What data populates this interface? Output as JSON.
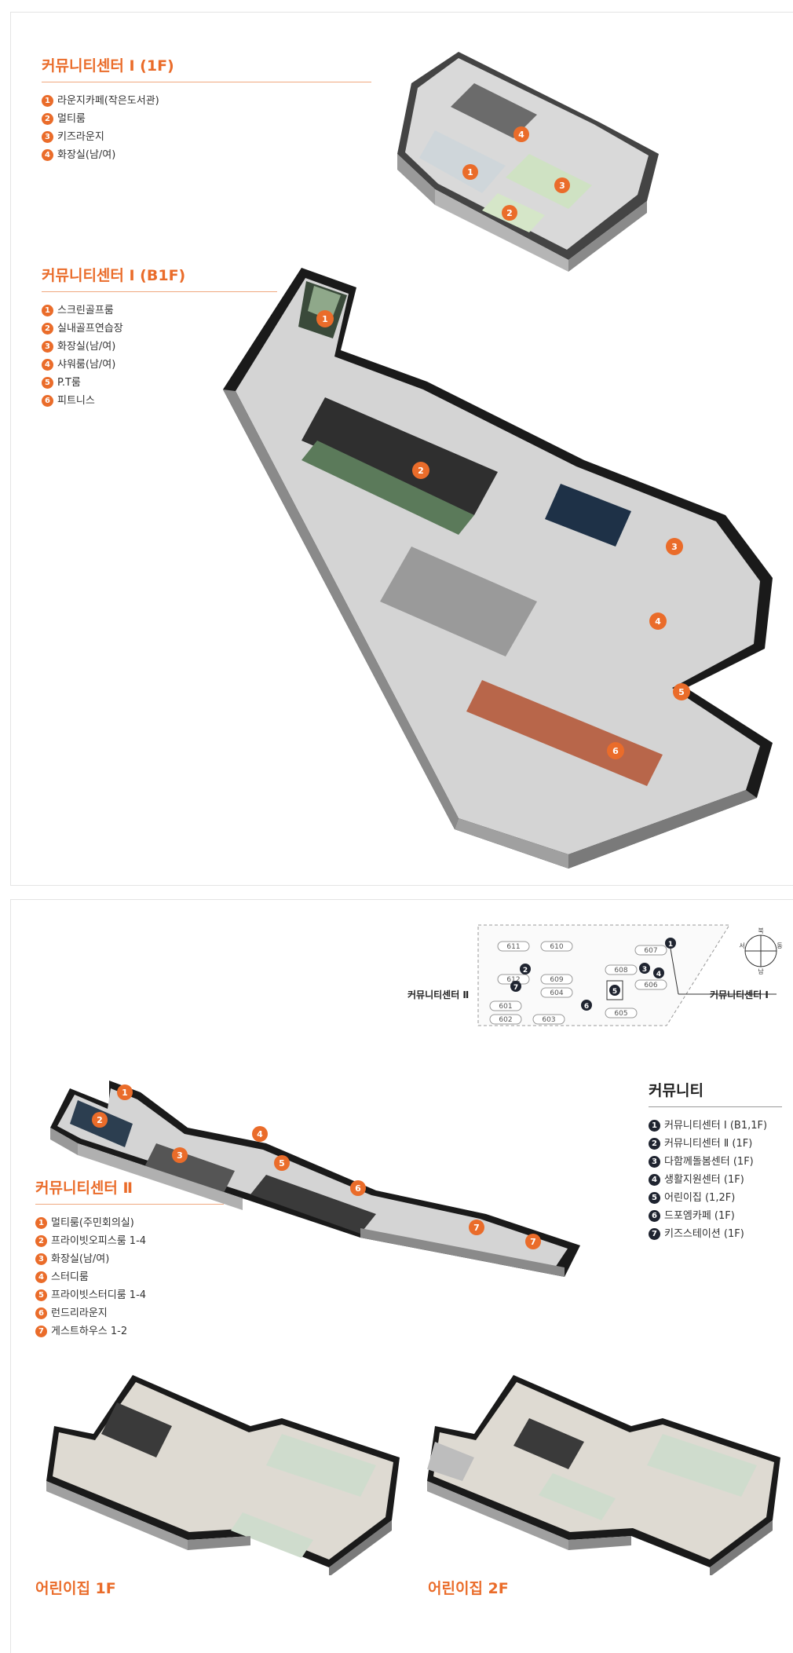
{
  "community1_1f": {
    "title": "커뮤니티센터 Ⅰ (1F)",
    "items": [
      {
        "num": "1",
        "label": "라운지카페(작은도서관)"
      },
      {
        "num": "2",
        "label": "멀티룸"
      },
      {
        "num": "3",
        "label": "키즈라운지"
      },
      {
        "num": "4",
        "label": "화장실(남/여)"
      }
    ]
  },
  "community1_b1f": {
    "title": "커뮤니티센터 Ⅰ (B1F)",
    "items": [
      {
        "num": "1",
        "label": "스크린골프룸"
      },
      {
        "num": "2",
        "label": "실내골프연습장"
      },
      {
        "num": "3",
        "label": "화장실(남/여)"
      },
      {
        "num": "4",
        "label": "샤워룸(남/여)"
      },
      {
        "num": "5",
        "label": "P.T룸"
      },
      {
        "num": "6",
        "label": "피트니스"
      }
    ]
  },
  "community2": {
    "title": "커뮤니티센터 Ⅱ",
    "items": [
      {
        "num": "1",
        "label": "멀티룸(주민회의실)"
      },
      {
        "num": "2",
        "label": "프라이빗오피스룸 1-4"
      },
      {
        "num": "3",
        "label": "화장실(남/여)"
      },
      {
        "num": "4",
        "label": "스터디룸"
      },
      {
        "num": "5",
        "label": "프라이빗스터디룸 1-4"
      },
      {
        "num": "6",
        "label": "런드리라운지"
      },
      {
        "num": "7",
        "label": "게스트하우스 1-2"
      }
    ]
  },
  "community": {
    "title": "커뮤니티",
    "items": [
      {
        "num": "1",
        "label": "커뮤니티센터 Ⅰ (B1,1F)"
      },
      {
        "num": "2",
        "label": "커뮤니티센터 Ⅱ (1F)"
      },
      {
        "num": "3",
        "label": "다함께돌봄센터 (1F)"
      },
      {
        "num": "4",
        "label": "생활지원센터 (1F)"
      },
      {
        "num": "5",
        "label": "어린이집 (1,2F)"
      },
      {
        "num": "6",
        "label": "드포엠카페 (1F)"
      },
      {
        "num": "7",
        "label": "키즈스테이션 (1F)"
      }
    ]
  },
  "siteplan": {
    "buildings": [
      "611",
      "610",
      "607",
      "608",
      "606",
      "612",
      "609",
      "604",
      "601",
      "602",
      "603",
      "605"
    ],
    "label_center1": "커뮤니티센터 Ⅰ",
    "label_center2": "커뮤니티센터 Ⅱ",
    "compass": {
      "n": "북",
      "e": "동",
      "s": "남",
      "w": "서"
    }
  },
  "daycare": {
    "floor1": "어린이집 1F",
    "floor2": "어린이집 2F"
  },
  "colors": {
    "accent": "#ea6c2a",
    "dark": "#1f2430"
  }
}
